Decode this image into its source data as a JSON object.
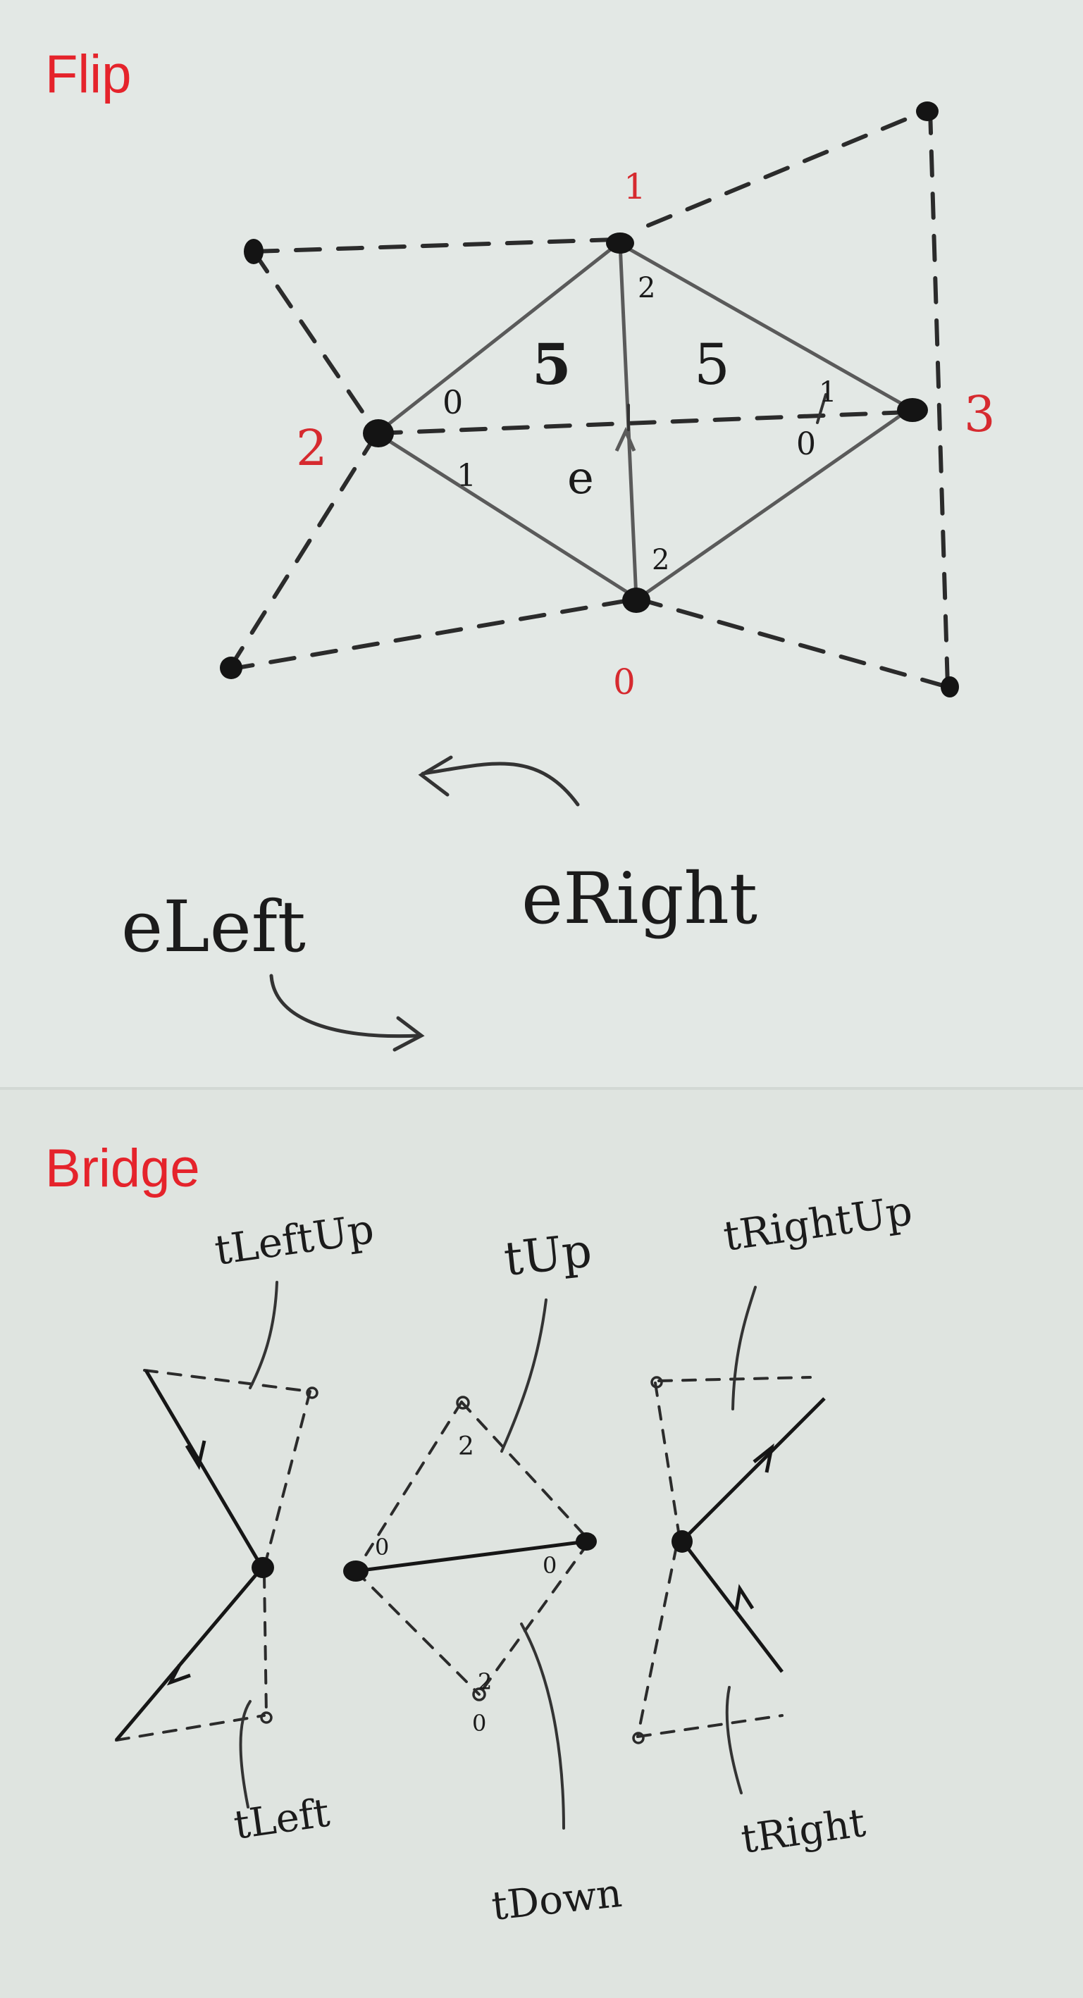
{
  "flip": {
    "title": "Flip",
    "vertex_labels": [
      "1",
      "2",
      "3",
      "0"
    ],
    "edge_label": "e",
    "corner_labels": {
      "top_left_tri": "0",
      "bottom_left_tri": "1",
      "top_vertex": "2",
      "bottom_vertex": "2",
      "right_upper": "1",
      "right_lower": "0"
    },
    "rotation_marks": [
      "5",
      "5"
    ],
    "left_label": "eLeft",
    "right_label": "eRight"
  },
  "bridge": {
    "title": "Bridge",
    "labels": {
      "t_left_up": "tLeftUp",
      "t_up": "tUp",
      "t_right_up": "tRightUp",
      "t_left": "tLeft",
      "t_down": "tDown",
      "t_right": "tRight"
    },
    "corner_labels": {
      "top_2": "2",
      "left_0": "0",
      "right_0": "0",
      "bottom_2": "2",
      "bottom_0": "0"
    }
  }
}
